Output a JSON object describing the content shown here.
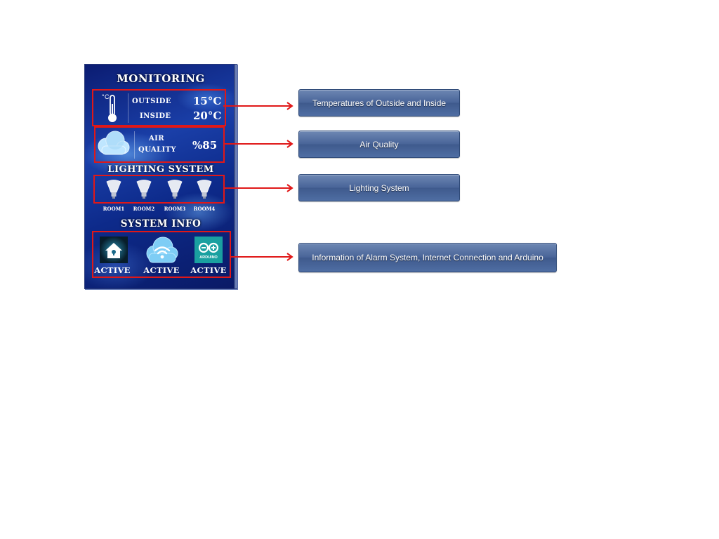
{
  "panel": {
    "monitoring": {
      "heading": "MONITORING",
      "temperature_unit_label": "°C",
      "outside_label": "OUTSIDE",
      "outside_value": "15°C",
      "inside_label": "INSIDE",
      "inside_value": "20°C",
      "air_label_1": "AIR",
      "air_label_2": "QUALITY",
      "air_value": "%85"
    },
    "lighting": {
      "heading": "LIGHTING SYSTEM",
      "rooms": [
        "ROOM1",
        "ROOM2",
        "ROOM3",
        "ROOM4"
      ]
    },
    "system_info": {
      "heading": "SYSTEM INFO",
      "alarm_status": "ACTIVE",
      "internet_status": "ACTIVE",
      "arduino_status": "ACTIVE",
      "arduino_logo_text": "ARDUINO"
    }
  },
  "callouts": {
    "temperatures": "Temperatures of Outside and Inside",
    "air_quality": "Air Quality",
    "lighting": "Lighting System",
    "system_info": "Information of Alarm System, Internet Connection and Arduino"
  },
  "colors": {
    "highlight_red": "#e01818",
    "callout_blue": "#4a6599",
    "panel_blue": "#0d2a8a"
  }
}
